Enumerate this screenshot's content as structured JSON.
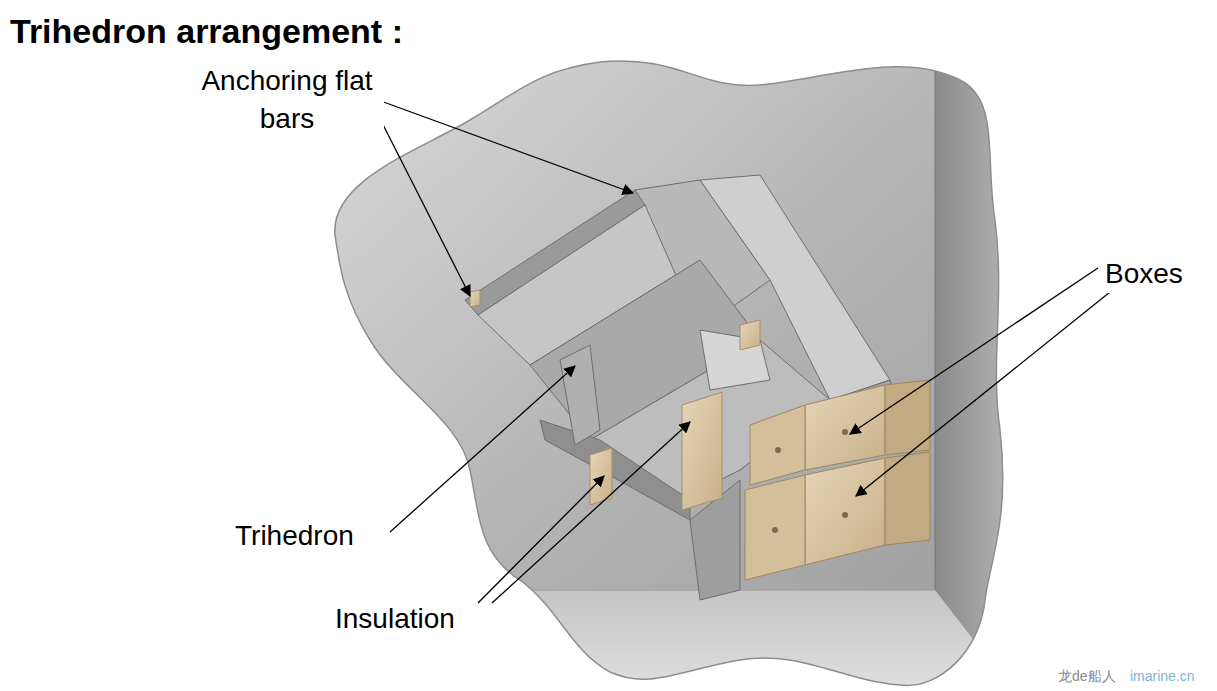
{
  "diagram": {
    "title": "Trihedron arrangement :",
    "labels": [
      "Anchoring flat bars",
      "Boxes",
      "Trihedron",
      "Insulation",
      "龙de船人",
      "imarine.cn"
    ]
  }
}
